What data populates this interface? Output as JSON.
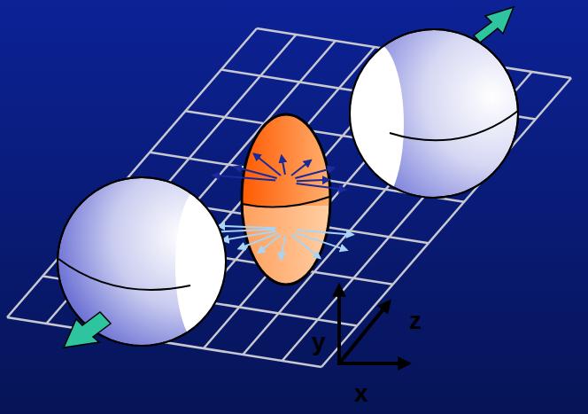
{
  "diagram": {
    "labels": [
      "y",
      "z",
      "x"
    ]
  }
}
